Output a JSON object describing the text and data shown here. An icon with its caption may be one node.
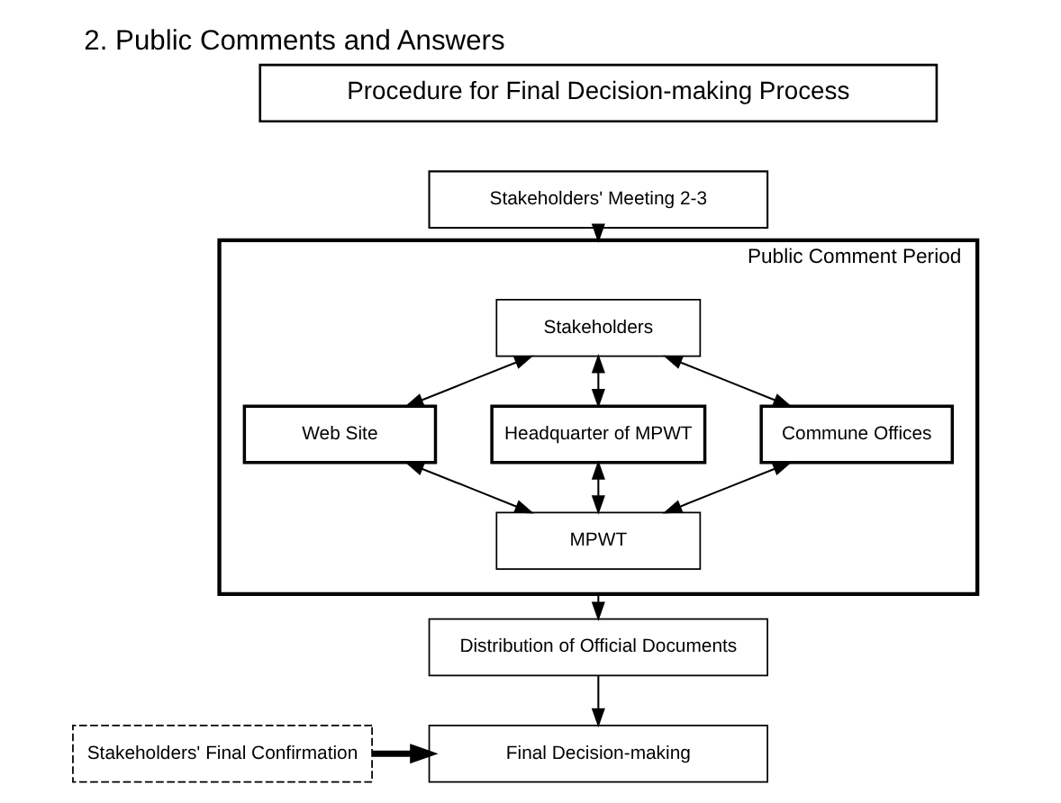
{
  "diagram": {
    "title": "2. Public Comments and Answers",
    "nodes": [
      {
        "text": [
          "Procedure for Final Decision-making Process"
        ]
      },
      {
        "text": [
          "Stakeholders' Meeting 2-3"
        ]
      },
      {
        "text": [
          "Public Comment Period"
        ]
      },
      {
        "text": [
          "Stakeholders"
        ],
        "in": 2
      },
      {
        "text": [
          "Web Site"
        ],
        "in": 2
      },
      {
        "text": [
          "Headquarter of MPWT"
        ],
        "in": 2
      },
      {
        "text": [
          "Commune Offices"
        ],
        "in": 2
      },
      {
        "text": [
          "MPWT"
        ],
        "in": 2
      },
      {
        "text": [
          "Distribution of Official Documents"
        ]
      },
      {
        "text": [
          "Stakeholders' Final Confirmation"
        ]
      },
      {
        "text": [
          "Final Decision-making"
        ]
      }
    ],
    "edges": [
      {
        "from": 1,
        "to": 2,
        "arrow": "to"
      },
      {
        "from": 3,
        "to": 4,
        "arrow": "both"
      },
      {
        "from": 3,
        "to": 5,
        "arrow": "both"
      },
      {
        "from": 3,
        "to": 6,
        "arrow": "both"
      },
      {
        "from": 4,
        "to": 7,
        "arrow": "both"
      },
      {
        "from": 5,
        "to": 7,
        "arrow": "both"
      },
      {
        "from": 6,
        "to": 7,
        "arrow": "both"
      },
      {
        "from": 2,
        "to": 8,
        "arrow": "to"
      },
      {
        "from": 8,
        "to": 10,
        "arrow": "to"
      },
      {
        "from": 9,
        "to": 10,
        "arrow": "to",
        "style": "thick"
      }
    ]
  }
}
